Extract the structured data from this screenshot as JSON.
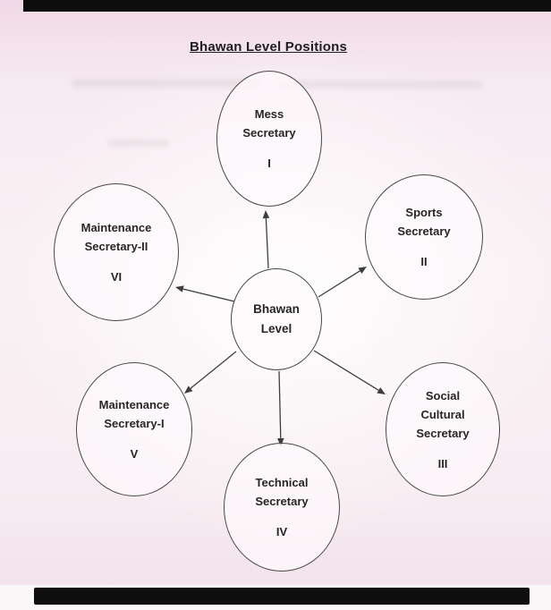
{
  "page": {
    "title": "Bhawan Level Positions"
  },
  "center_node": {
    "line1": "Bhawan",
    "line2": "Level"
  },
  "nodes": {
    "mess": {
      "line1": "Mess",
      "line2": "Secretary",
      "numeral": "I"
    },
    "sports": {
      "line1": "Sports",
      "line2": "Secretary",
      "numeral": "II"
    },
    "social": {
      "line1": "Social",
      "line2": "Cultural",
      "line3": "Secretary",
      "numeral": "III"
    },
    "technical": {
      "line1": "Technical",
      "line2": "Secretary",
      "numeral": "IV"
    },
    "maintenance1": {
      "line1": "Maintenance",
      "line2": "Secretary-I",
      "numeral": "V"
    },
    "maintenance2": {
      "line1": "Maintenance",
      "line2": "Secretary-II",
      "numeral": "VI"
    }
  }
}
